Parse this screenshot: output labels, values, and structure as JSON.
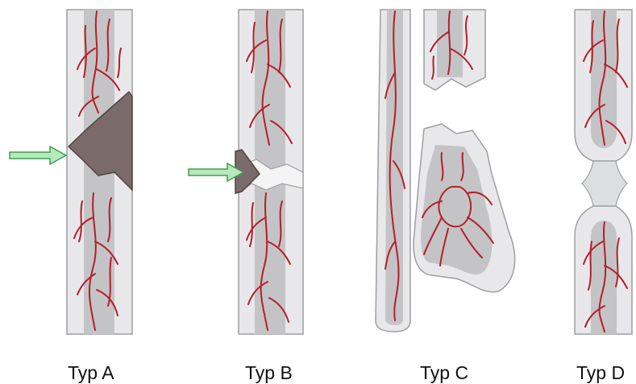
{
  "panels": [
    {
      "label": "Typ A"
    },
    {
      "label": "Typ B"
    },
    {
      "label": "Typ C"
    },
    {
      "label": "Typ D"
    }
  ],
  "colors": {
    "background": "#ffffff",
    "bone_outer": "#e8e8ea",
    "bone_inner": "#c4c4c6",
    "bone_edge": "#9e9ea0",
    "vessel": "#b31f2c",
    "defect": "#7a6a6a",
    "arrow_fill": "#b9e8bc",
    "arrow_stroke": "#3aa04a"
  }
}
